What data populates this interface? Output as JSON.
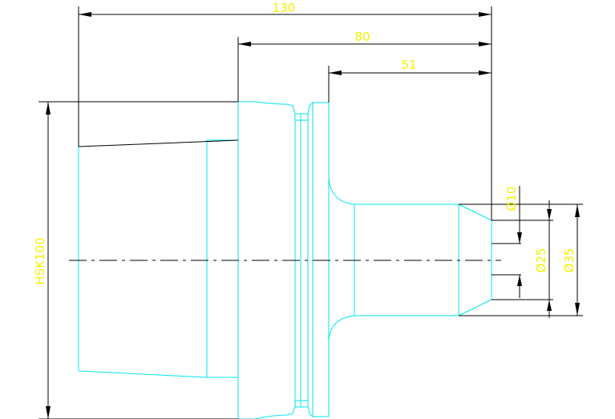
{
  "colors": {
    "outline": "#00e5ee",
    "dimension_line": "#000000",
    "dimension_text": "#f2f200",
    "background": "#ffffff"
  },
  "dimensions": {
    "overall_length": "130",
    "flange_to_end": "80",
    "shank_length": "51",
    "taper_label": "HSK100",
    "dia_inner": "Ø10",
    "dia_mid": "Ø25",
    "dia_outer": "Ø35"
  }
}
